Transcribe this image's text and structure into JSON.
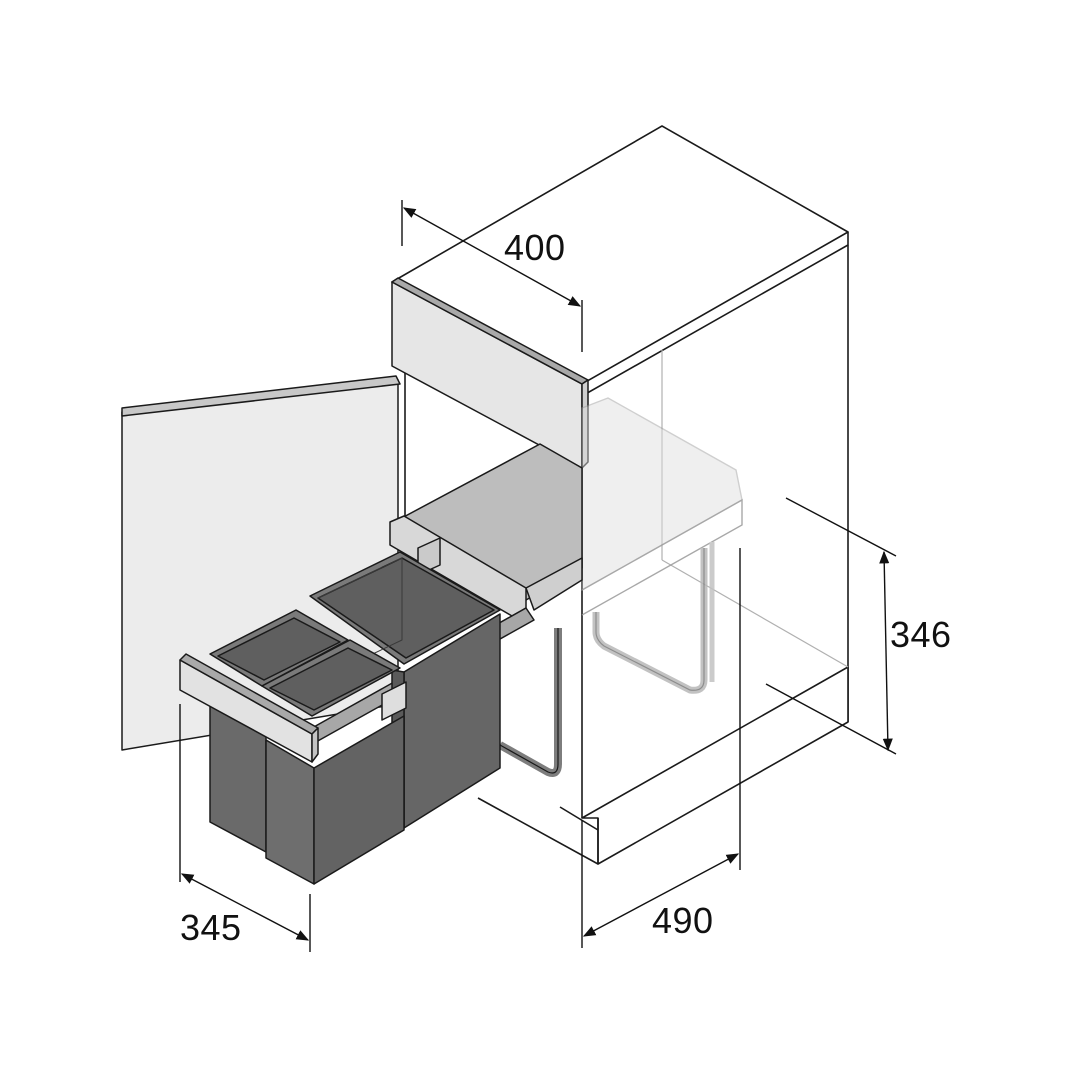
{
  "dimensions": {
    "cabinet_width": "400",
    "height": "346",
    "front_width": "345",
    "depth": "490"
  },
  "colors": {
    "line": "#1a1a1a",
    "panel_light": "#e4e4e4",
    "panel_mid": "#bdbdbd",
    "bin": "#6f6f6f",
    "bin_dark": "#5a5a5a",
    "bin_inner": "#7d7d7d",
    "ghost": "#9a9a9a"
  },
  "icons": [
    "dimension-arrow-icon"
  ]
}
